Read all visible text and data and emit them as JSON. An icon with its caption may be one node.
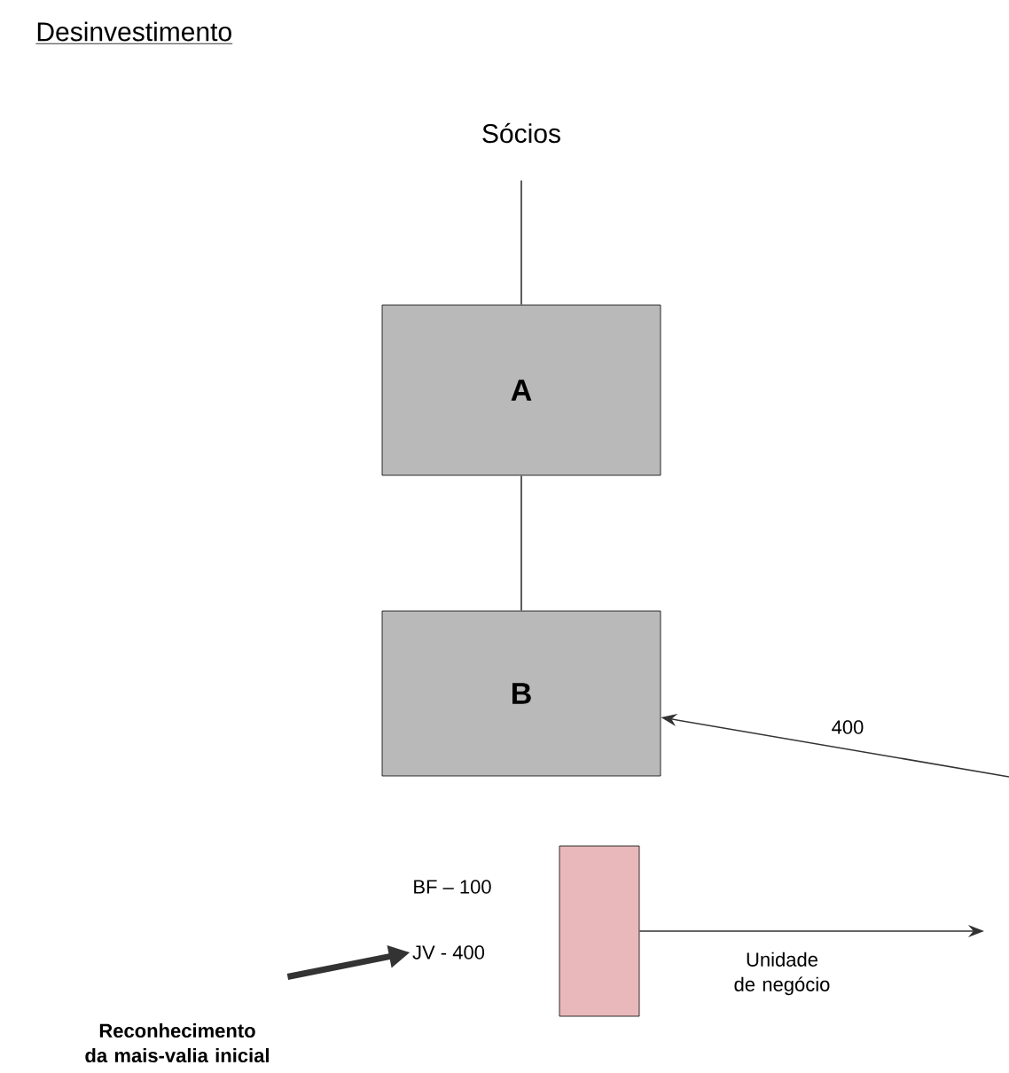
{
  "diagram": {
    "title": "Desinvestimento",
    "nodes": [
      {
        "text": [
          "Sócios"
        ]
      },
      {
        "text": [
          "A"
        ]
      },
      {
        "text": [
          "B"
        ]
      },
      {
        "text": [],
        "shape": "box"
      },
      {
        "text": [
          "Reconhecimento da mais-valia inicial"
        ]
      },
      {
        "text": [
          "JV - 400"
        ]
      }
    ],
    "edges": [
      {
        "from": 0,
        "to": 1,
        "arrow": "none"
      },
      {
        "from": 1,
        "to": 2,
        "arrow": "none"
      },
      {
        "from": null,
        "to": 2,
        "arrow": "to",
        "label": "400"
      },
      {
        "from": 3,
        "to": null,
        "arrow": "to",
        "label": "Unidade de negócio"
      },
      {
        "from": 4,
        "to": 5,
        "arrow": "to",
        "style": "thick"
      }
    ],
    "labels": [
      "BF – 100"
    ]
  }
}
